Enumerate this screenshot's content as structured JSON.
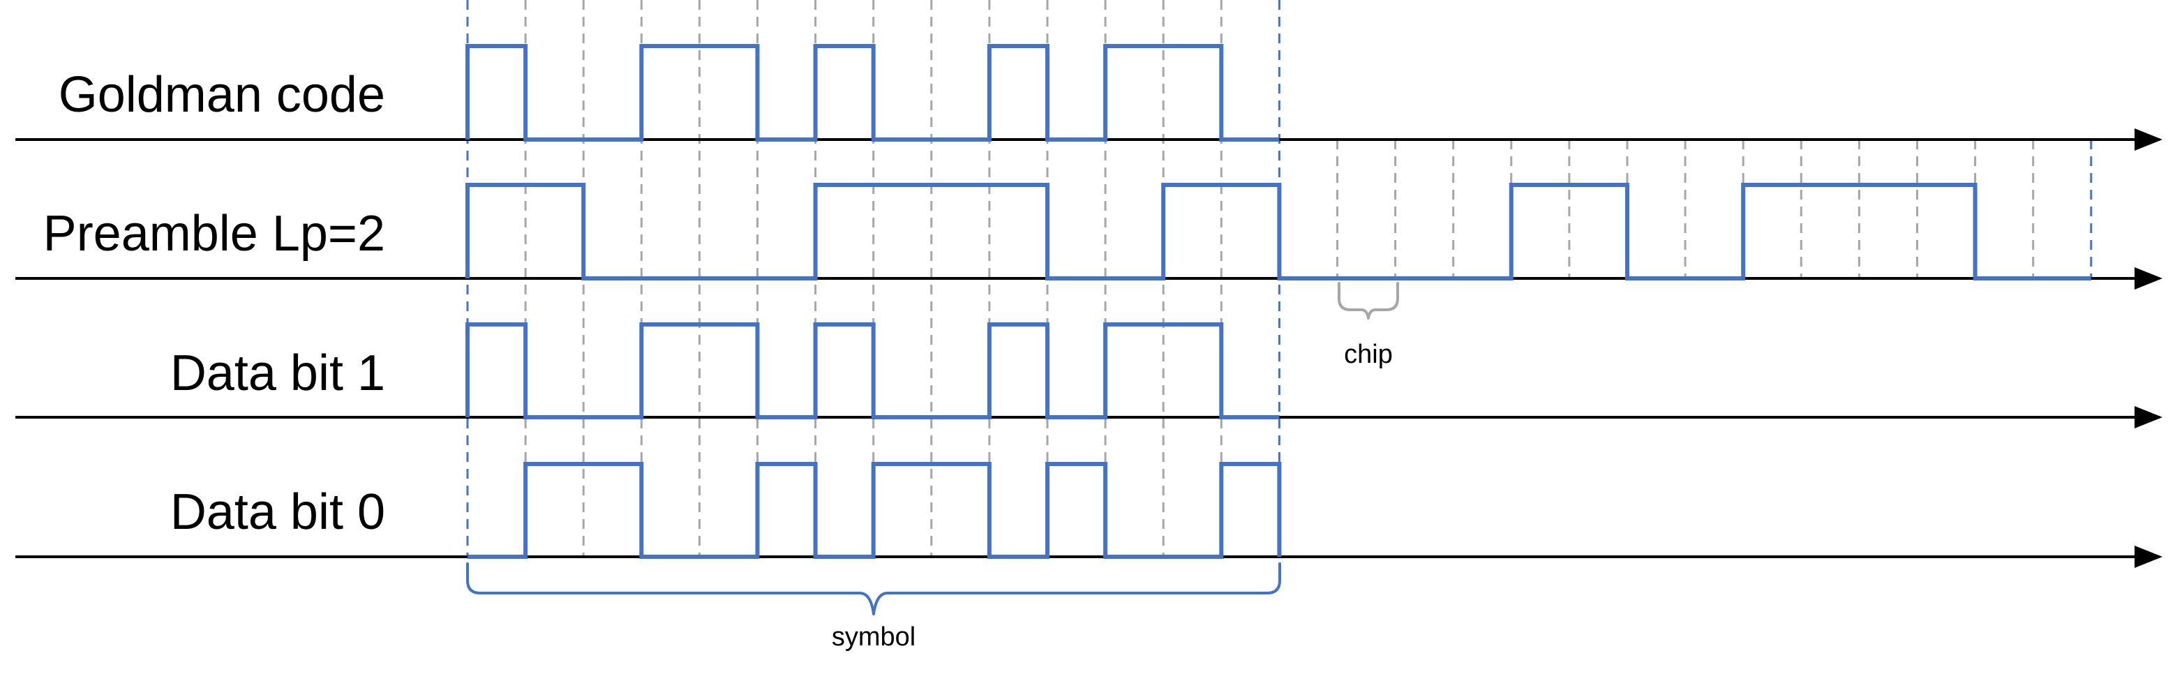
{
  "colors": {
    "signal": "#4472c4",
    "grid": "#a6a6a6",
    "axis": "#000000",
    "chip_brace": "#a6a6a6",
    "symbol_brace": "#4472c4"
  },
  "symbol_chips": 14,
  "rows": [
    {
      "id": "goldman",
      "label": "Goldman code",
      "bits": [
        1,
        0,
        0,
        1,
        1,
        0,
        1,
        0,
        0,
        1,
        0,
        1,
        1,
        0
      ]
    },
    {
      "id": "preamble",
      "label": "Preamble Lp=2",
      "bits": [
        1,
        1,
        0,
        0,
        0,
        0,
        1,
        1,
        1,
        1,
        0,
        0,
        1,
        1,
        0,
        0,
        0,
        0,
        1,
        1,
        0,
        0,
        1,
        1,
        1,
        1,
        0,
        0
      ]
    },
    {
      "id": "data1",
      "label": "Data bit 1",
      "bits": [
        1,
        0,
        0,
        1,
        1,
        0,
        1,
        0,
        0,
        1,
        0,
        1,
        1,
        0
      ]
    },
    {
      "id": "data0",
      "label": "Data bit 0",
      "bits": [
        0,
        1,
        1,
        0,
        0,
        1,
        0,
        1,
        1,
        0,
        1,
        0,
        0,
        1
      ]
    }
  ],
  "annotations": {
    "chip_label": "chip",
    "symbol_label": "symbol"
  }
}
